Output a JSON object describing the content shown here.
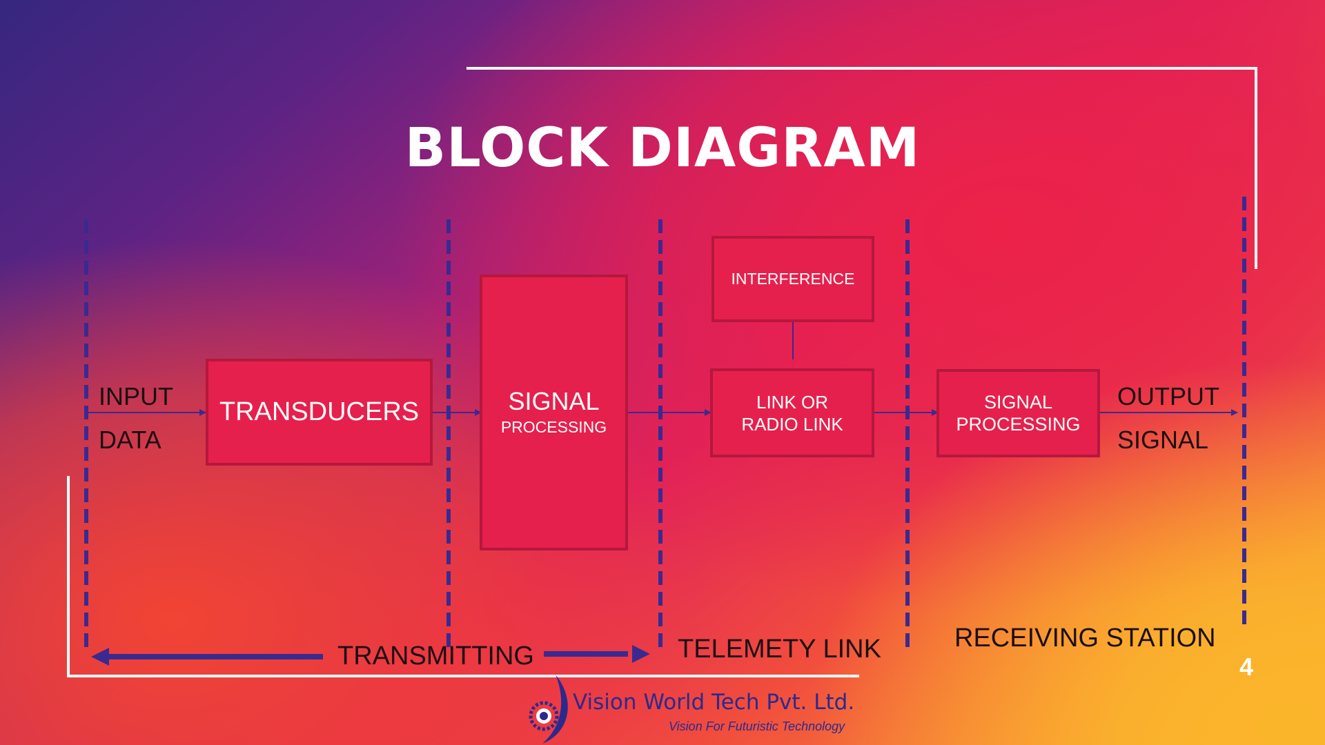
{
  "slide": {
    "title": "BLOCK DIAGRAM",
    "page_number": "4"
  },
  "diagram": {
    "input_label": [
      "INPUT",
      "DATA"
    ],
    "output_label": [
      "OUTPUT",
      "SIGNAL"
    ],
    "blocks": {
      "transducers": [
        "TRANSDUCERS"
      ],
      "signal_processing_tx": [
        "SIGNAL",
        "PROCESSING"
      ],
      "interference": [
        "INTERFERENCE"
      ],
      "link": [
        "LINK OR",
        "RADIO LINK"
      ],
      "signal_processing_rx": [
        "SIGNAL",
        "PROCESSING"
      ]
    },
    "sections": {
      "transmitting": "TRANSMITTING",
      "telemetry_link": "TELEMETY LINK",
      "receiving_station": "RECEIVING STATION"
    }
  },
  "logo": {
    "name": "Vision World Tech Pvt. Ltd.",
    "tagline": "Vision For Futuristic Technology"
  },
  "colors": {
    "block_fill": "#e6204c",
    "block_border": "#b5173d",
    "connector": "#3a2a8f",
    "frame": "#ffffff",
    "logo": "#2b2a8c"
  }
}
